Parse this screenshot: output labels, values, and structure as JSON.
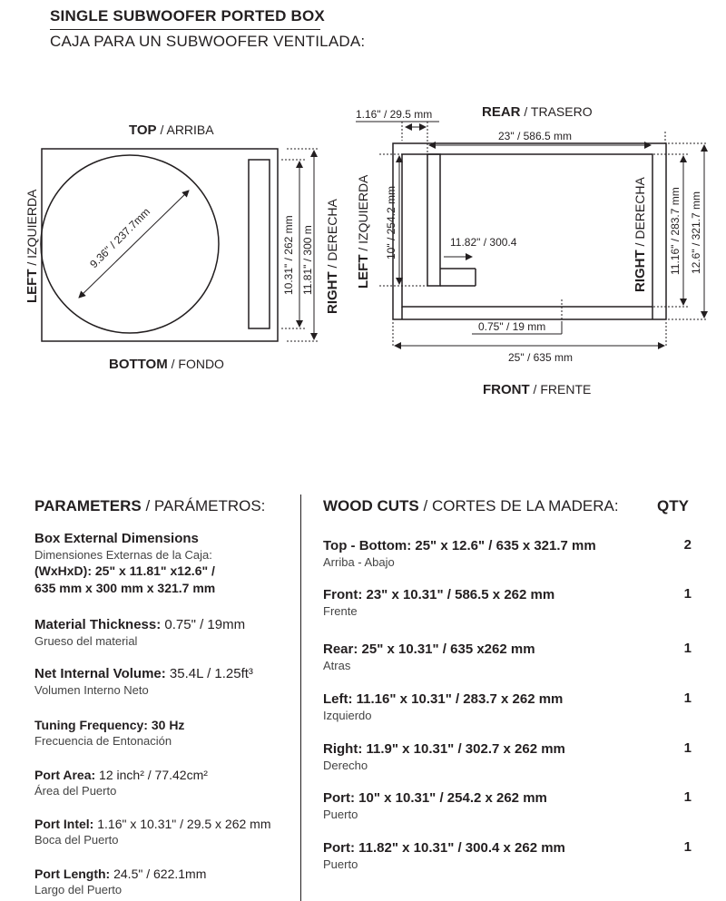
{
  "header": {
    "title_en": "SINGLE SUBWOOFER PORTED BOX",
    "title_es": "CAJA PARA UN SUBWOOFER VENTILADA:"
  },
  "front_view": {
    "top_bold": "TOP",
    "top_rest": " / ARRIBA",
    "bottom_bold": "BOTTOM",
    "bottom_rest": " / FONDO",
    "left_bold": "LEFT",
    "left_rest": " / IZQUIERDA",
    "right_bold": "RIGHT",
    "right_rest": " / DERECHA",
    "diameter": "9.36\" / 237.7mm",
    "height_inner": "10.31\" / 262 mm",
    "height_outer": "11.81\" / 300 m"
  },
  "top_view": {
    "rear_bold": "REAR",
    "rear_rest": " / TRASERO",
    "front_bold": "FRONT",
    "front_rest": " / FRENTE",
    "left_bold": "LEFT",
    "left_rest": " / IZQUIERDA",
    "right_bold": "RIGHT",
    "right_rest": " / DERECHA",
    "port_width": "1.16\" / 29.5 mm",
    "inner_width": "23\" / 586.5 mm",
    "port_depth": "10\" / 254.2 mm",
    "port_length": "11.82\" / 300.4",
    "thickness": "0.75\" / 19 mm",
    "outer_width": "25\" / 635 mm",
    "inner_depth": "11.16\" / 283.7 mm",
    "outer_depth": "12.6\" / 321.7 mm"
  },
  "parameters": {
    "heading_bold": "PARAMETERS",
    "heading_rest": " / PARÁMETROS:",
    "box_dims_en": "Box External Dimensions",
    "box_dims_es": "Dimensiones Externas de la Caja:",
    "box_dims_line1": "(WxHxD): 25\" x 11.81\" x12.6\" /",
    "box_dims_line2": "635 mm x 300 mm x 321.7 mm",
    "thickness_label": "Material Thickness:",
    "thickness_value": " 0.75\" / 19mm",
    "thickness_es": "Grueso del material",
    "volume_label": "Net Internal Volume:",
    "volume_value": " 35.4L / 1.25ft³",
    "volume_es": "Volumen Interno Neto",
    "tuning_label": "Tuning Frequency:",
    "tuning_value": " 30 Hz",
    "tuning_es": "Frecuencia de Entonación",
    "area_label": "Port Area:",
    "area_value": " 12 inch² / 77.42cm²",
    "area_es": "Área del Puerto",
    "intel_label": "Port Intel:",
    "intel_value": " 1.16\" x 10.31\" / 29.5 x 262 mm",
    "intel_es": "Boca del Puerto",
    "length_label": "Port Length:",
    "length_value": " 24.5\" / 622.1mm",
    "length_es": "Largo del Puerto"
  },
  "wood_cuts": {
    "heading_bold": "WOOD CUTS",
    "heading_rest": " / CORTES DE LA MADERA:",
    "qty_header": "QTY",
    "items": [
      {
        "en": "Top - Bottom: 25\" x 12.6\" / 635 x 321.7 mm",
        "es": "Arriba - Abajo",
        "qty": "2"
      },
      {
        "en": "Front: 23\" x 10.31\" / 586.5 x 262 mm",
        "es": "Frente",
        "qty": "1"
      },
      {
        "en": "Rear:  25\" x 10.31\" / 635 x262 mm",
        "es": "Atras",
        "qty": "1"
      },
      {
        "en": "Left: 11.16\" x 10.31\" / 283.7 x 262 mm",
        "es": "Izquierdo",
        "qty": "1"
      },
      {
        "en": "Right:  11.9\" x 10.31\" / 302.7 x 262 mm",
        "es": "Derecho",
        "qty": "1"
      },
      {
        "en": "Port:  10\" x 10.31\" / 254.2 x 262 mm",
        "es": "Puerto",
        "qty": "1"
      },
      {
        "en": "Port:  11.82\" x 10.31\" / 300.4 x 262 mm",
        "es": "Puerto",
        "qty": "1"
      }
    ]
  }
}
